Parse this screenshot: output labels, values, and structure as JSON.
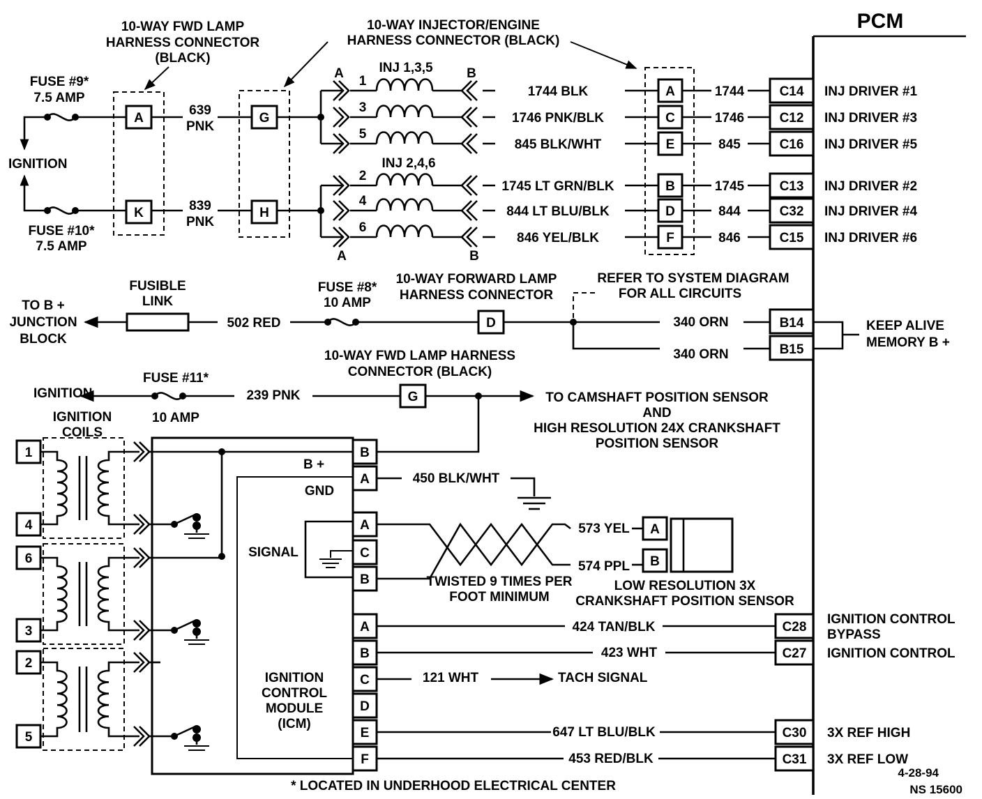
{
  "pcm": {
    "title": "PCM"
  },
  "connectors": {
    "fwd_lamp_top": [
      "10-WAY FWD LAMP",
      "HARNESS CONNECTOR",
      "(BLACK)"
    ],
    "injector_engine": [
      "10-WAY INJECTOR/ENGINE",
      "HARNESS CONNECTOR (BLACK)"
    ],
    "forward_lamp_mid": [
      "10-WAY FORWARD LAMP",
      "HARNESS CONNECTOR"
    ],
    "fwd_lamp_bottom": [
      "10-WAY FWD LAMP HARNESS",
      "CONNECTOR (BLACK)"
    ]
  },
  "fuses": {
    "fuse9": [
      "FUSE #9*",
      "7.5 AMP"
    ],
    "fuse10": [
      "FUSE #10*",
      "7.5 AMP"
    ],
    "fuse8": [
      "FUSE #8*",
      "10 AMP"
    ],
    "fuse11": [
      "FUSE #11*",
      "10 AMP"
    ]
  },
  "ignition_label": "IGNITION",
  "pins": {
    "A": "A",
    "B": "B",
    "C": "C",
    "D": "D",
    "E": "E",
    "F": "F",
    "G": "G",
    "H": "H",
    "K": "K"
  },
  "feed_wires": [
    {
      "num": "639",
      "color": "PNK"
    },
    {
      "num": "839",
      "color": "PNK"
    }
  ],
  "injector_groups": [
    {
      "label": "INJ 1,3,5",
      "nums": [
        "1",
        "3",
        "5"
      ]
    },
    {
      "label": "INJ 2,4,6",
      "nums": [
        "2",
        "4",
        "6"
      ]
    }
  ],
  "injector_wires": [
    {
      "label": "1744 BLK",
      "pin": "A",
      "num": "1744",
      "pcm_pin": "C14",
      "func": "INJ DRIVER #1"
    },
    {
      "label": "1746 PNK/BLK",
      "pin": "C",
      "num": "1746",
      "pcm_pin": "C12",
      "func": "INJ DRIVER #3"
    },
    {
      "label": "845 BLK/WHT",
      "pin": "E",
      "num": "845",
      "pcm_pin": "C16",
      "func": "INJ DRIVER #5"
    },
    {
      "label": "1745 LT GRN/BLK",
      "pin": "B",
      "num": "1745",
      "pcm_pin": "C13",
      "func": "INJ DRIVER #2"
    },
    {
      "label": "844 LT BLU/BLK",
      "pin": "D",
      "num": "844",
      "pcm_pin": "C32",
      "func": "INJ DRIVER #4"
    },
    {
      "label": "846 YEL/BLK",
      "pin": "F",
      "num": "846",
      "pcm_pin": "C15",
      "func": "INJ DRIVER #6"
    }
  ],
  "power": {
    "to_b_plus": [
      "TO B +",
      "JUNCTION",
      "BLOCK"
    ],
    "fusible_link": [
      "FUSIBLE",
      "LINK"
    ],
    "wire_502": "502 RED",
    "refer": [
      "REFER TO SYSTEM DIAGRAM",
      "FOR ALL CIRCUITS"
    ],
    "wire_340a": "340 ORN",
    "wire_340b": "340 ORN",
    "pcm_b14": "B14",
    "pcm_b15": "B15",
    "keep_alive": [
      "KEEP ALIVE",
      "MEMORY B +"
    ]
  },
  "ignition_feed": {
    "ignition": "IGNITION",
    "wire_239": "239 PNK",
    "to_sensors": [
      "TO CAMSHAFT POSITION SENSOR",
      "AND",
      "HIGH RESOLUTION 24X CRANKSHAFT",
      "POSITION SENSOR"
    ]
  },
  "coils": {
    "label": [
      "IGNITION",
      "COILS"
    ],
    "numbers": [
      "1",
      "4",
      "6",
      "3",
      "2",
      "5"
    ]
  },
  "icm": {
    "b_plus": "B +",
    "gnd": "GND",
    "signal": "SIGNAL",
    "name": [
      "IGNITION",
      "CONTROL",
      "MODULE",
      "(ICM)"
    ]
  },
  "wires_bottom": {
    "w450": "450 BLK/WHT",
    "w573": "573 YEL",
    "w574": "574 PPL",
    "twisted": [
      "TWISTED 9 TIMES PER",
      "FOOT MINIMUM"
    ],
    "sensor": [
      "LOW RESOLUTION 3X",
      "CRANKSHAFT POSITION SENSOR"
    ],
    "w424": "424 TAN/BLK",
    "w423": "423 WHT",
    "w121": "121 WHT",
    "tach": "TACH SIGNAL",
    "w647": "647 LT BLU/BLK",
    "w453": "453 RED/BLK"
  },
  "pcm_bottom": [
    {
      "pin": "C28",
      "func": [
        "IGNITION CONTROL",
        "BYPASS"
      ]
    },
    {
      "pin": "C27",
      "func": [
        "IGNITION CONTROL"
      ]
    },
    {
      "pin": "C30",
      "func": [
        "3X REF HIGH"
      ]
    },
    {
      "pin": "C31",
      "func": [
        "3X REF LOW"
      ]
    }
  ],
  "footnote": "*  LOCATED IN UNDERHOOD ELECTRICAL CENTER",
  "stamp": [
    "4-28-94",
    "NS 15600"
  ]
}
